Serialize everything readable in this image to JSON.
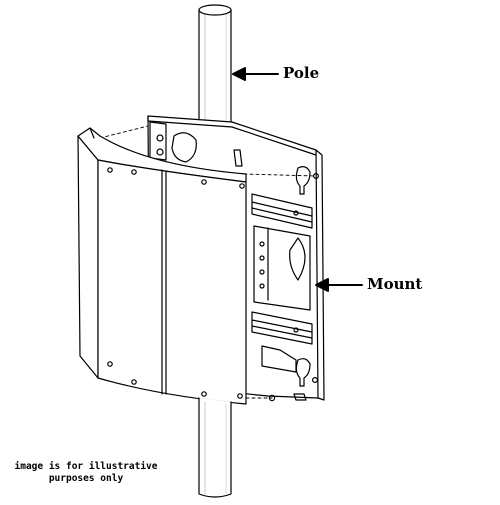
{
  "labels": {
    "pole": "Pole",
    "mount": "Mount"
  },
  "disclaimer": {
    "line1": "image is for illustrative",
    "line2": "purposes only"
  },
  "icons": {
    "pole_arrow": "arrow-left",
    "mount_arrow": "arrow-left"
  },
  "colors": {
    "stroke": "#000000",
    "fill": "#ffffff",
    "pole_shade": "#e6e6e6"
  }
}
